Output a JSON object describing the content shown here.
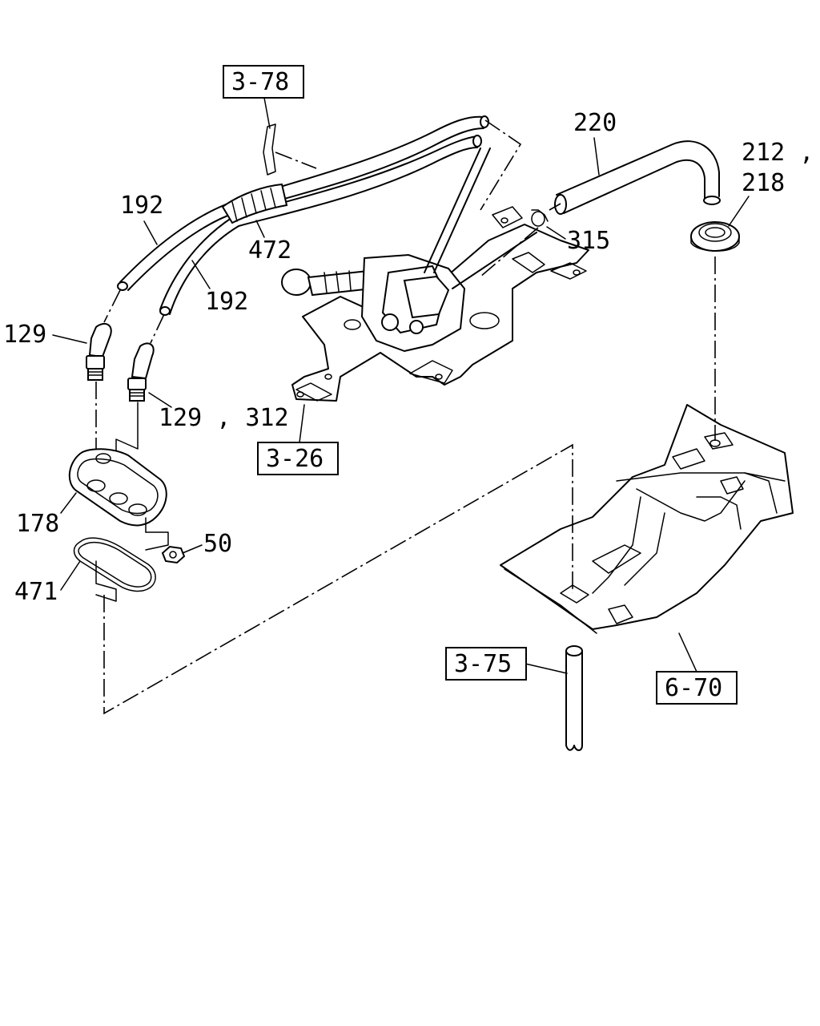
{
  "refs": {
    "r378": "3-78",
    "r326": "3-26",
    "r375": "3-75",
    "r670": "6-70"
  },
  "parts": {
    "p220": "220",
    "p212": "212 ,",
    "p218": "218",
    "p315": "315",
    "p192a": "192",
    "p192b": "192",
    "p472": "472",
    "p129": "129",
    "p129_312": "129 , 312",
    "p178": "178",
    "p50": "50",
    "p471": "471"
  }
}
